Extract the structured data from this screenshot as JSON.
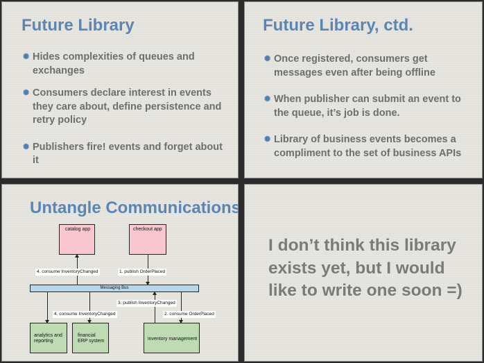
{
  "slides": [
    {
      "title": "Future Library",
      "bullets": [
        "Hides complexities of queues and exchanges",
        "Consumers declare interest in events they care about, define persistence and retry policy",
        "Publishers fire! events and forget about it"
      ]
    },
    {
      "title": "Future Library, ctd.",
      "bullets": [
        "Once registered, consumers get messages even after being offline",
        "When publisher can submit an event to the queue, it’s job is done.",
        "Library of business events becomes a compliment to the set of business APIs"
      ]
    },
    {
      "title": "Untangle Communications",
      "diagram": {
        "catalog_app": "catalog app",
        "checkout_app": "checkout app",
        "messaging_bus": "Messaging Bus",
        "analytics": "analytics and reporting",
        "erp": "financial ERP system",
        "inventory": "inventory management",
        "label_consume_top": "4. consume InventoryChanged",
        "label_publish_order": "1. publish OrderPlaced",
        "label_publish_inventory": "3. publish InventoryChanged",
        "label_consume_mid": "4. consume InventoryChanged",
        "label_consume_order": "2. consume OrderPlaced",
        "colors": {
          "app": "#f9c7d0",
          "consumer": "#bedcb4",
          "bus": "#b5d6ee"
        }
      }
    },
    {
      "text": "I don’t think this library exists yet, but I would like to write one soon =)"
    }
  ],
  "theme": {
    "title_color": "#5a86b4",
    "text_color": "#6e6e6e",
    "bullet_icon": "asterisk-bullet-icon"
  }
}
